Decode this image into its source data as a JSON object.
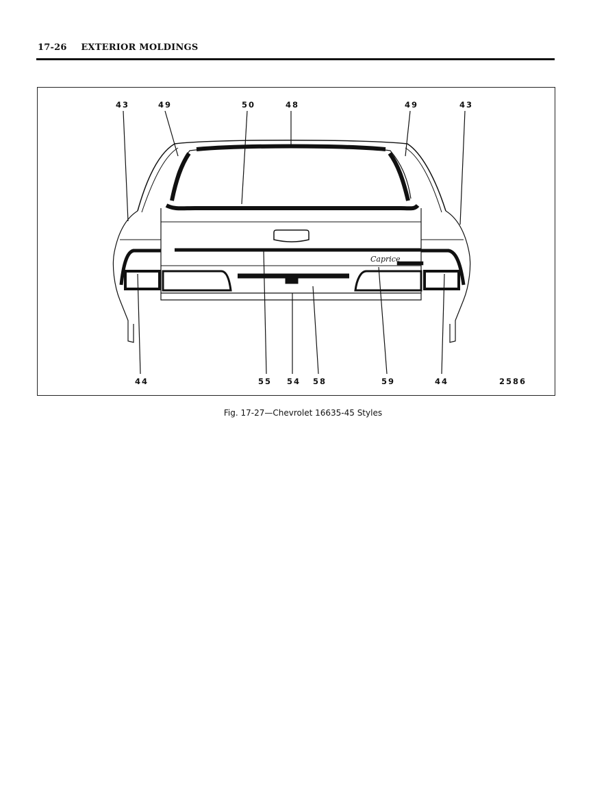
{
  "header": {
    "page_number": "17-26",
    "section_title": "EXTERIOR MOLDINGS"
  },
  "figure": {
    "callouts": [
      "43",
      "49",
      "50",
      "48",
      "49",
      "43",
      "44",
      "55",
      "54",
      "58",
      "59",
      "44"
    ],
    "figure_number": "2586",
    "emblem_text": "Caprice",
    "caption": "Fig. 17-27—Chevrolet 16635-45 Styles"
  }
}
